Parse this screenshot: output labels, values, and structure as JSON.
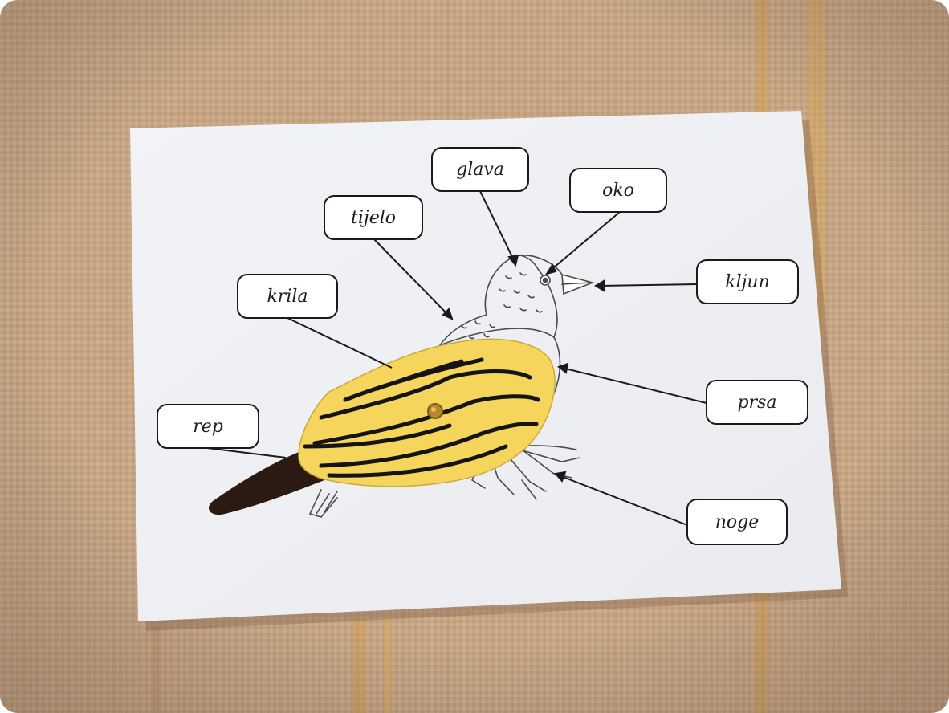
{
  "scene": {
    "background_color": "#c9a888",
    "paper_color": "#f3f4f7",
    "wing_color": "#f6d55c",
    "wing_stroke_color": "#141414",
    "tail_color": "#2a1a12"
  },
  "labels": {
    "glava": "glava",
    "oko": "oko",
    "tijelo": "tijelo",
    "krila": "krila",
    "kljun": "kljun",
    "prsa": "prsa",
    "rep": "rep",
    "noge": "noge"
  }
}
